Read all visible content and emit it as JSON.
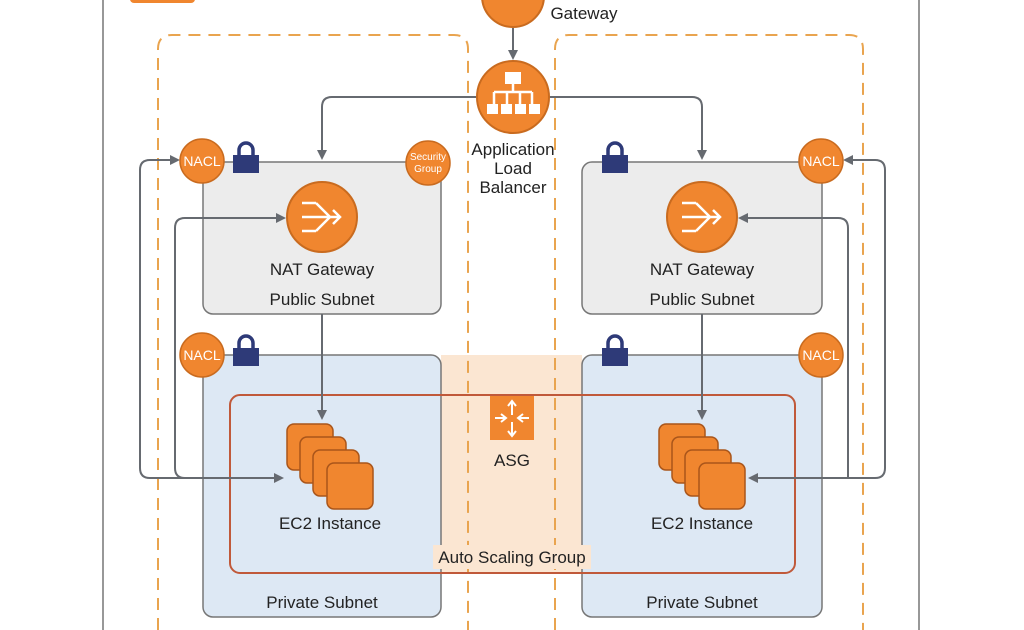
{
  "diagram": {
    "internet_gateway_label": "Gateway",
    "alb_label": [
      "Application",
      "Load",
      "Balancer"
    ],
    "nacl_label": "NACL",
    "security_group_label": [
      "Security",
      "Group"
    ],
    "left_public": {
      "service": "NAT Gateway",
      "subnet": "Public Subnet"
    },
    "right_public": {
      "service": "NAT Gateway",
      "subnet": "Public Subnet"
    },
    "left_private": {
      "service": "EC2 Instance",
      "subnet": "Private Subnet"
    },
    "right_private": {
      "service": "EC2 Instance",
      "subnet": "Private Subnet"
    },
    "asg_icon_label": "ASG",
    "asg_group_label": "Auto Scaling Group"
  },
  "colors": {
    "aws_orange": "#f0862f",
    "lock_navy": "#2e3a78",
    "public_subnet_fill": "#ececec",
    "private_subnet_fill": "#dde8f4",
    "asg_border": "#c0593a",
    "az_dashed": "#e9a44f",
    "arrow": "#666a70"
  }
}
